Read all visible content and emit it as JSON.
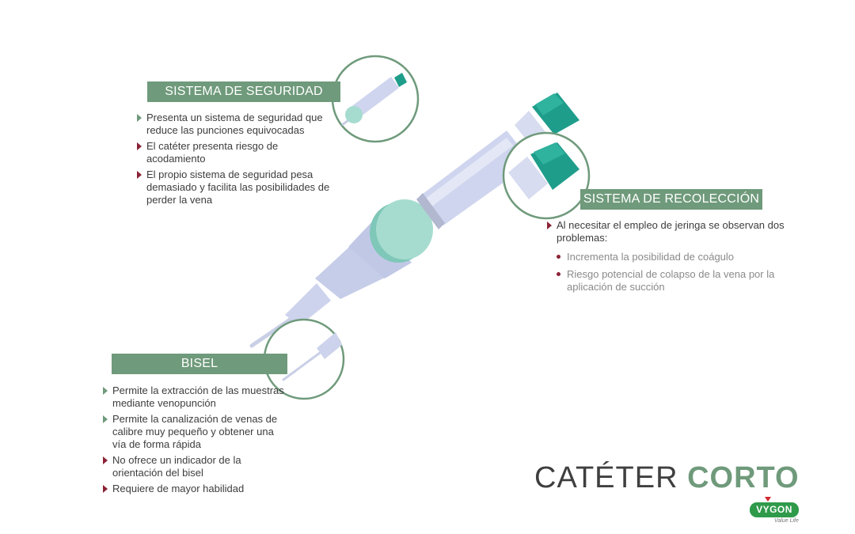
{
  "title": {
    "main": "CATÉTER",
    "emphasis": "CORTO"
  },
  "brand": {
    "name": "VYGON",
    "tagline": "Value Life"
  },
  "colors": {
    "green": "#6f9a7b",
    "teal": "#1e9c8a",
    "dark_red": "#8b2236",
    "device": "#c9d0ea"
  },
  "sections": {
    "seguridad": {
      "heading": "SISTEMA DE SEGURIDAD",
      "items": [
        {
          "text": "Presenta un sistema de seguridad que reduce las punciones equivocadas",
          "marker": "positive"
        },
        {
          "text": "El catéter presenta riesgo de acodamiento",
          "marker": "negative"
        },
        {
          "text": "El propio sistema de seguridad pesa demasiado y facilita las posibilidades de perder la vena",
          "marker": "negative"
        }
      ]
    },
    "recoleccion": {
      "heading": "SISTEMA DE RECOLECCIÓN",
      "items": [
        {
          "text": "Al necesitar el empleo de jeringa se observan dos problemas:",
          "marker": "negative"
        }
      ],
      "subitems": [
        "Incrementa la posibilidad de coágulo",
        "Riesgo potencial de colapso de la vena por la aplicación de succión"
      ]
    },
    "bisel": {
      "heading": "BISEL",
      "items": [
        {
          "text": "Permite la extracción de las muestras mediante venopunción",
          "marker": "positive"
        },
        {
          "text": "Permite la canalización de venas de calibre muy pequeño y obtener una vía de forma rápida",
          "marker": "positive"
        },
        {
          "text": "No ofrece un indicador de la orientación del bisel",
          "marker": "negative"
        },
        {
          "text": "Requiere de mayor habilidad",
          "marker": "negative"
        }
      ]
    }
  }
}
